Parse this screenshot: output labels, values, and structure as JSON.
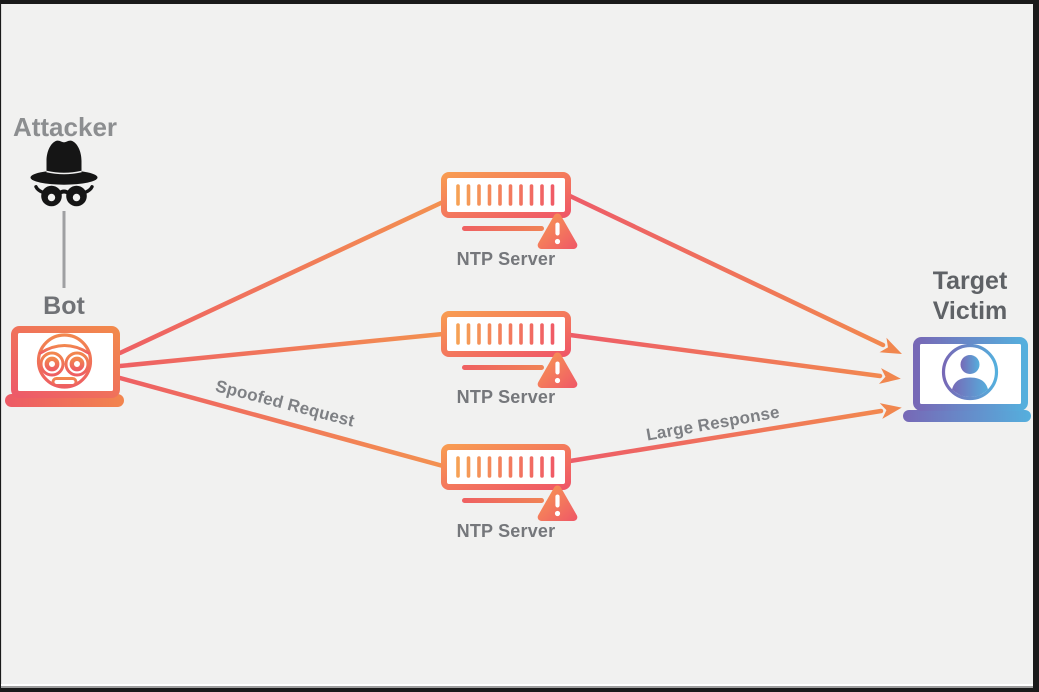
{
  "diagram": {
    "attacker": {
      "label": "Attacker"
    },
    "bot": {
      "label": "Bot"
    },
    "servers": [
      {
        "label": "NTP Server"
      },
      {
        "label": "NTP Server"
      },
      {
        "label": "NTP Server"
      }
    ],
    "target": {
      "label": "Target Victim"
    },
    "flows": {
      "spoofed_request": "Spoofed Request",
      "large_response": "Large Response"
    },
    "colors": {
      "warm_orange": "#F2894C",
      "warm_pink": "#ED5A69",
      "cool_purple": "#7768B6",
      "cool_blue": "#55AFDD",
      "arrowhead": "#F1874F",
      "background": "#F1F1F0",
      "label_gray": "#75777B"
    }
  }
}
